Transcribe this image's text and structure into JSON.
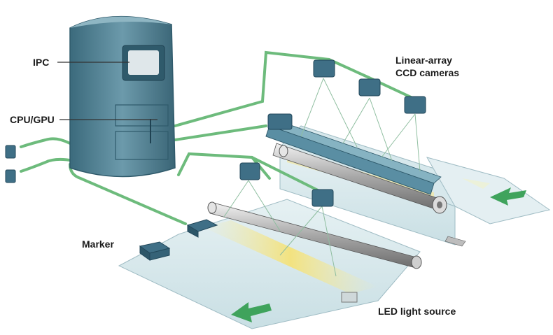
{
  "labels": {
    "ipc": "IPC",
    "cpu_gpu": "CPU/GPU",
    "cameras_line1": "Linear-array",
    "cameras_line2": "CCD cameras",
    "marker": "Marker",
    "led_light_source": "LED light source"
  },
  "colors": {
    "cabinet": "#4e7f91",
    "cabinet_dark": "#2f5a6b",
    "cable": "#6dbb7c",
    "camera": "#3f6f86",
    "web": "#dcebee",
    "flow_arrow": "#3fa35c",
    "light_beam": "#f3e8a0"
  }
}
